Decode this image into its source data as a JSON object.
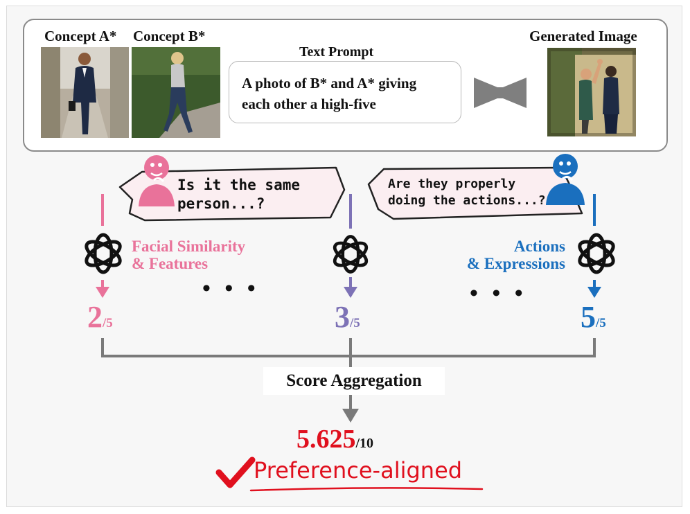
{
  "inputs": {
    "concept_a_label": "Concept A*",
    "concept_b_label": "Concept B*",
    "text_prompt_label": "Text Prompt",
    "text_prompt": "A photo of B* and A* giving each other a high-five",
    "generated_label": "Generated Image"
  },
  "annotators": [
    {
      "question": "Is it the same person...?",
      "color": "#e9729a"
    },
    {
      "question": "Are they properly doing the actions...?",
      "color": "#1a6fbe"
    }
  ],
  "criteria": [
    {
      "label_line1": "Facial Similarity",
      "label_line2": "& Features",
      "color": "#e9729a"
    },
    {
      "label_line1": "Actions",
      "label_line2": "& Expressions",
      "color": "#1a6fbe"
    }
  ],
  "scores": [
    {
      "value": "2",
      "denominator": "/5",
      "color": "#e9729a"
    },
    {
      "value": "3",
      "denominator": "/5",
      "color": "#7d72b6"
    },
    {
      "value": "5",
      "denominator": "/5",
      "color": "#1a6fbe"
    }
  ],
  "ellipsis": "• • •",
  "aggregation_label": "Score Aggregation",
  "final_score": {
    "value": "5.625",
    "denominator": "/10"
  },
  "verdict": "Preference-aligned",
  "colors": {
    "accent_red": "#e0101e",
    "connector_gray": "#7a7a7a"
  }
}
